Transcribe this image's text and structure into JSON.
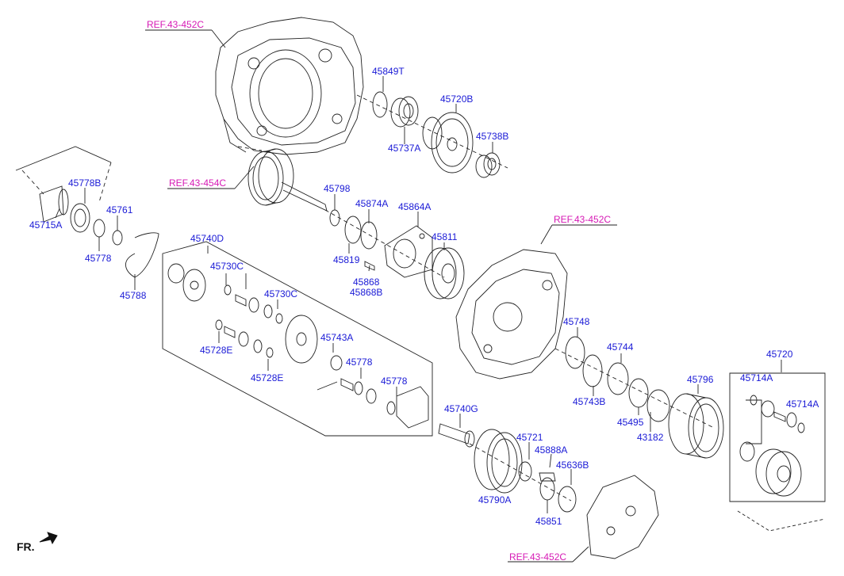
{
  "colors": {
    "part_label": "#1a1ad6",
    "ref_label": "#d61ab5",
    "line": "#222222"
  },
  "refs": [
    "REF.43-452C",
    "REF.43-454C",
    "REF.43-452C",
    "REF.43-452C"
  ],
  "parts": [
    "45849T",
    "45720B",
    "45737A",
    "45738B",
    "45778B",
    "45715A",
    "45761",
    "45778",
    "45788",
    "45798",
    "45874A",
    "45864A",
    "45819",
    "45811",
    "45868",
    "45868B",
    "45740D",
    "45730C",
    "45730C",
    "45743A",
    "45728E",
    "45728E",
    "45778",
    "45778",
    "45748",
    "45744",
    "45743B",
    "45495",
    "45796",
    "43182",
    "45720",
    "45714A",
    "45714A",
    "45740G",
    "45721",
    "45888A",
    "45636B",
    "45790A",
    "45851"
  ],
  "fr_label": "FR."
}
